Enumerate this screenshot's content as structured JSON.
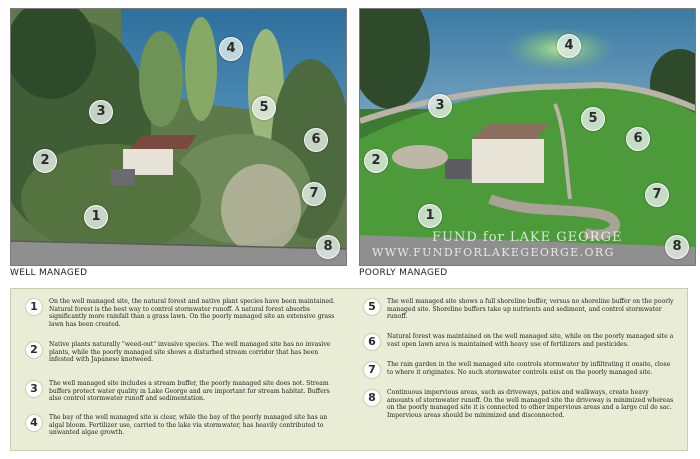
{
  "panels": {
    "left": {
      "caption": "Well Managed",
      "markers": [
        "1",
        "2",
        "3",
        "4",
        "5",
        "6",
        "7",
        "8"
      ]
    },
    "right": {
      "caption": "Poorly Managed",
      "markers": [
        "1",
        "2",
        "3",
        "4",
        "5",
        "6",
        "7",
        "8"
      ],
      "watermark_line1": "FUND for LAKE GEORGE",
      "watermark_line2": "WWW.FUNDFORLAKEGEORGE.ORG"
    }
  },
  "notes": [
    {
      "num": "1",
      "text": "On the well managed site, the natural forest and native plant species have been maintained. Natural forest is the best way to control stormwater runoff. A natural forest absorbs significantly more rainfall than a grass lawn. On the poorly managed site an extensive grass lawn has been created."
    },
    {
      "num": "2",
      "text": "Native plants naturally \"weed-out\" invasive species. The well managed site has no invasive plants, while the poorly managed site shows a disturbed stream corridor that has been infested with Japanese knotweed."
    },
    {
      "num": "3",
      "text": "The well managed site includes a stream buffer, the poorly managed site does not. Stream buffers protect water quality in Lake George and are important for stream habitat. Buffers also control stormwater runoff and sedimentation."
    },
    {
      "num": "4",
      "text": "The bay of the well managed site is clear, while the bay of the poorly managed site has an algal bloom. Fertilizer use, carried to the lake via stormwater, has heavily contributed to unwanted algae growth."
    },
    {
      "num": "5",
      "text": "The well managed site shows a full shoreline buffer, versus no shoreline buffer on the poorly managed site. Shoreline buffers take up nutrients and sediment, and control stormwater runoff."
    },
    {
      "num": "6",
      "text": "Natural forest was maintained on the well managed site, while on the poorly managed site a vast open lawn area is maintained with heavy use of fertilizers and pesticides."
    },
    {
      "num": "7",
      "text": "The rain garden in the well managed site controls stormwater by infiltrating it onsite, close to where it originates. No such stormwater controls exist on the poorly managed site."
    },
    {
      "num": "8",
      "text": "Continuous impervious areas, such as driveways, patios and walkways, create heavy amounts of stormwater runoff. On the well managed site the driveway is minimized whereas on the poorly managed site it is connected to other impervious areas and a large cul de sac. Impervious areas should be minimized and disconnected."
    }
  ]
}
